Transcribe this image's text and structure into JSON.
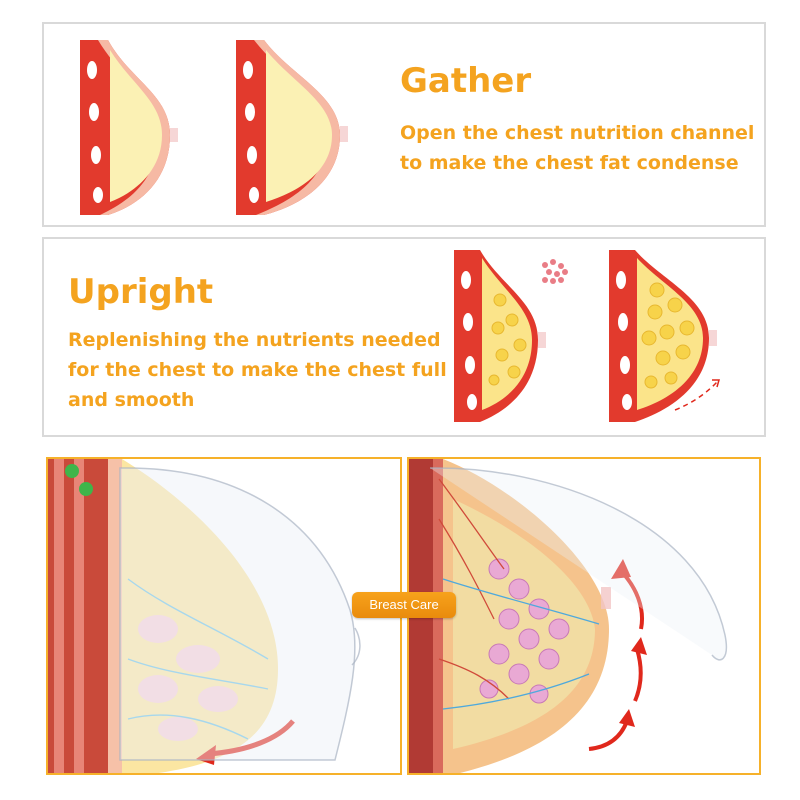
{
  "gather": {
    "title": "Gather",
    "desc_line1": "Open the chest nutrition channel",
    "desc_line2": "to make the chest fat condense"
  },
  "upright": {
    "title": "Upright",
    "desc_line1": "Replenishing the nutrients needed",
    "desc_line2": "for the chest to make the chest full",
    "desc_line3": "and smooth"
  },
  "cup_label": "Breast Care",
  "colors": {
    "accent": "#f4a31f",
    "tissue_red": "#e23a2d",
    "fat_yellow": "#fbf1b4",
    "skin": "#f7c9ad",
    "arrow_red": "#e0281c",
    "border": "#d9d9d9",
    "frame": "#f6b12a"
  }
}
